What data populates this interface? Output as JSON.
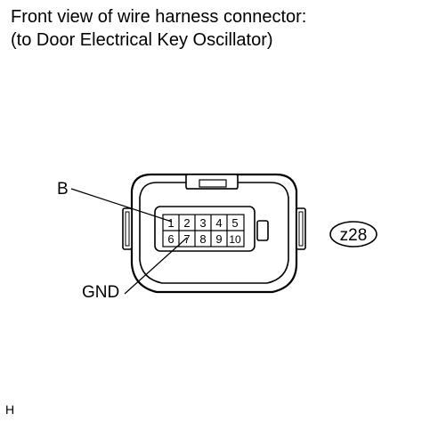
{
  "caption": {
    "line1": "Front view of wire harness connector:",
    "line2": "(to Door Electrical Key Oscillator)"
  },
  "connector": {
    "pins_row1": [
      "1",
      "2",
      "3",
      "4",
      "5"
    ],
    "pins_row2": [
      "6",
      "7",
      "8",
      "9",
      "10"
    ]
  },
  "callouts": {
    "b_label": "B",
    "gnd_label": "GND",
    "code_badge": "z28"
  },
  "corner_mark": "H"
}
